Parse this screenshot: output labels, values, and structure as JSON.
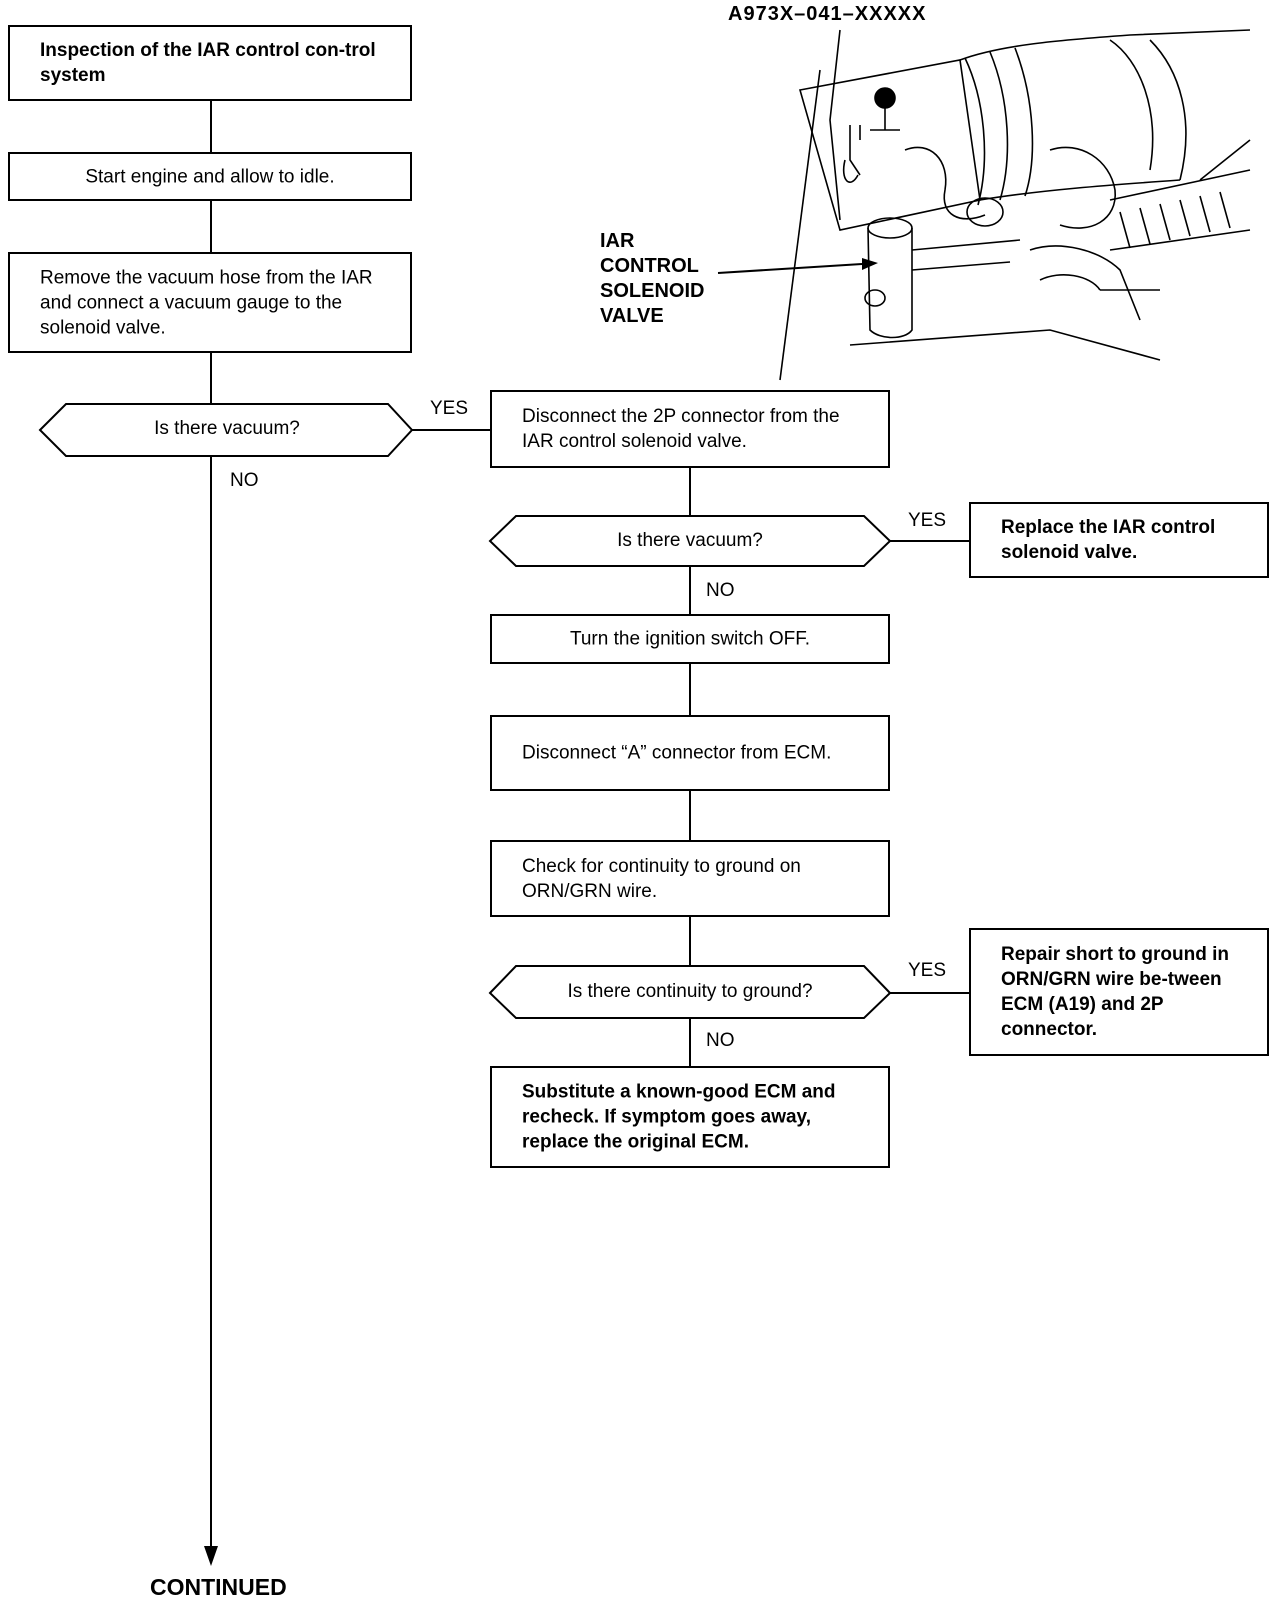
{
  "part_number": "A973X–041–XXXXX",
  "illustration": {
    "callout": [
      "IAR",
      "CONTROL",
      "SOLENOID",
      "VALVE"
    ]
  },
  "steps": {
    "s1": "Inspection of the IAR control con-trol system",
    "s2": "Start engine and allow to idle.",
    "s3": "Remove the vacuum hose from the IAR and connect a vacuum gauge to the solenoid valve.",
    "d1": "Is there vacuum?",
    "s4": "Disconnect the 2P connector from the IAR control solenoid valve.",
    "d2": "Is there vacuum?",
    "r1": "Replace the IAR control solenoid valve.",
    "s5": "Turn the ignition switch OFF.",
    "s6": "Disconnect “A” connector from ECM.",
    "s7": "Check for continuity to ground on ORN/GRN wire.",
    "d3": "Is there continuity to ground?",
    "r2": "Repair short to ground in ORN/GRN wire be-tween ECM (A19) and 2P connector.",
    "s8": "Substitute a known-good ECM and recheck. If symptom goes away, replace the original ECM."
  },
  "labels": {
    "yes": "YES",
    "no": "NO",
    "continued": "CONTINUED"
  }
}
